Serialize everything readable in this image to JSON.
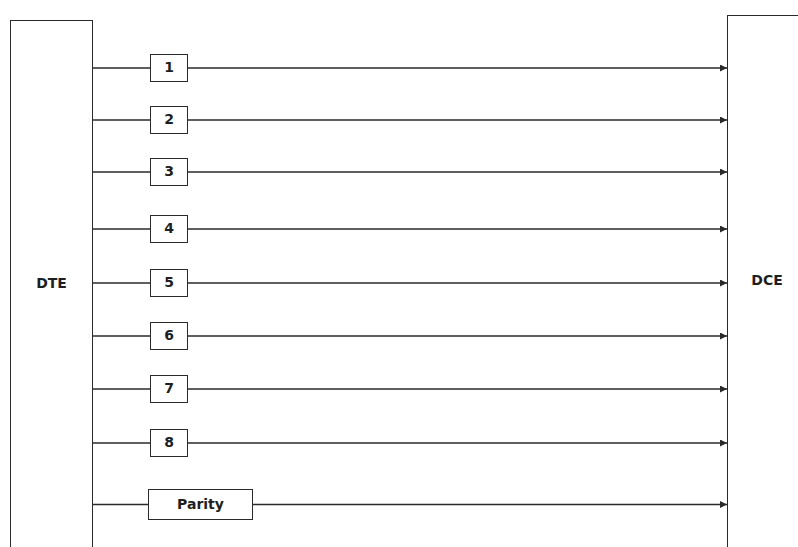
{
  "diagram": {
    "nodes": [
      {
        "text": [
          "DTE"
        ]
      },
      {
        "text": [
          "1"
        ]
      },
      {
        "text": [
          "2"
        ]
      },
      {
        "text": [
          "3"
        ]
      },
      {
        "text": [
          "4"
        ]
      },
      {
        "text": [
          "5"
        ]
      },
      {
        "text": [
          "6"
        ]
      },
      {
        "text": [
          "7"
        ]
      },
      {
        "text": [
          "8"
        ]
      },
      {
        "text": [
          "Parity"
        ]
      },
      {
        "text": [
          "DCE"
        ]
      }
    ],
    "edges": [
      {
        "from": 0,
        "to": 1,
        "arrow": "none"
      },
      {
        "from": 1,
        "to": 10,
        "arrow": "to"
      },
      {
        "from": 0,
        "to": 2,
        "arrow": "none"
      },
      {
        "from": 2,
        "to": 10,
        "arrow": "to"
      },
      {
        "from": 0,
        "to": 3,
        "arrow": "none"
      },
      {
        "from": 3,
        "to": 10,
        "arrow": "to"
      },
      {
        "from": 0,
        "to": 4,
        "arrow": "none"
      },
      {
        "from": 4,
        "to": 10,
        "arrow": "to"
      },
      {
        "from": 0,
        "to": 5,
        "arrow": "none"
      },
      {
        "from": 5,
        "to": 10,
        "arrow": "to"
      },
      {
        "from": 0,
        "to": 6,
        "arrow": "none"
      },
      {
        "from": 6,
        "to": 10,
        "arrow": "to"
      },
      {
        "from": 0,
        "to": 7,
        "arrow": "none"
      },
      {
        "from": 7,
        "to": 10,
        "arrow": "to"
      },
      {
        "from": 0,
        "to": 8,
        "arrow": "none"
      },
      {
        "from": 8,
        "to": 10,
        "arrow": "to"
      },
      {
        "from": 0,
        "to": 9,
        "arrow": "none"
      },
      {
        "from": 9,
        "to": 10,
        "arrow": "to"
      }
    ]
  }
}
